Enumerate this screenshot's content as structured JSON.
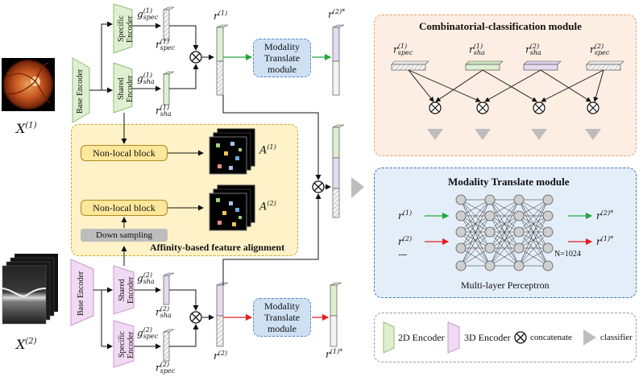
{
  "inputs": {
    "x1_base": "X",
    "x1_sup": "(1)",
    "x2_base": "X",
    "x2_sup": "(2)"
  },
  "encoders": {
    "base": "Base Encoder",
    "shared": "Shared Encoder",
    "specific": "Specific Encoder"
  },
  "features": {
    "g_base": "g",
    "spec_sub": "spec",
    "sha_sub": "sha",
    "sup1": "(1)",
    "sup2": "(2)",
    "r_base": "r",
    "star_sup1": "(1)*",
    "star_sup2": "(2)*"
  },
  "modality_translate": {
    "box_label": "Modality Translate module",
    "title": "Modality Translate module",
    "mlp_caption": "Multi-layer Perceptron",
    "neurons": "N=1024",
    "dots": "......"
  },
  "affinity": {
    "title": "Affinity-based feature alignment",
    "non_local": "Non-local block",
    "down_sampling": "Down sampling",
    "a_base": "A"
  },
  "combinatorial": {
    "title": "Combinatorial-classification module"
  },
  "legend": {
    "encoder_2d": "2D Encoder",
    "encoder_3d": "3D Encoder",
    "concatenate": "concatenate",
    "classifier": "classifier"
  },
  "colors": {
    "enc2d_fill": "#dff0d0",
    "enc3d_fill": "#f1daf3",
    "mt_fill": "#cfe0f3",
    "affinity_fill": "#fff2c8",
    "combo_fill": "#fdeee3",
    "combo_border": "#e0a274",
    "mt_panel_fill": "#e4eef9",
    "mt_panel_border": "#3f72b6",
    "spec_bar": "#f4f4f4",
    "sha2d_bar": "#dfefd3",
    "sha3d_bar": "#e6daf0",
    "green_arrow": "#22a83a",
    "red_arrow": "#e02020"
  }
}
